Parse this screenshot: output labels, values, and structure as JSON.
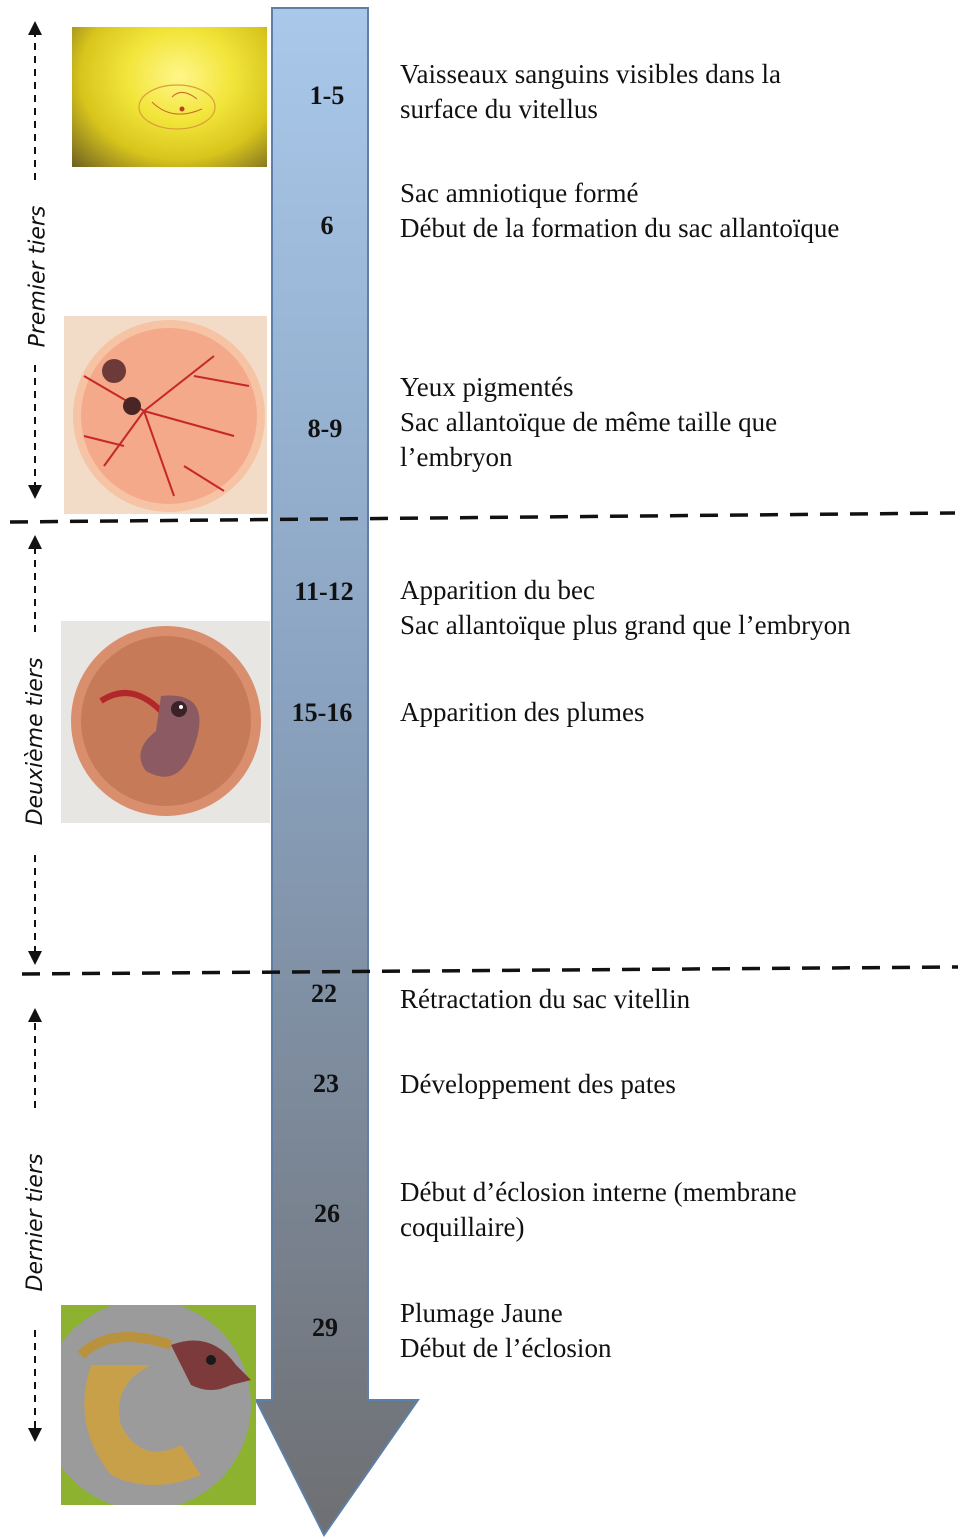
{
  "periods": [
    {
      "label": "Premier tiers"
    },
    {
      "label": "Deuxième tiers"
    },
    {
      "label": "Dernier tiers"
    }
  ],
  "stages": [
    {
      "day": "1-5",
      "lines": [
        "Vaisseaux sanguins  visibles dans la",
        "surface du vitellus"
      ]
    },
    {
      "day": "6",
      "lines": [
        "Sac amniotique formé",
        "Début de la formation du sac allantoïque"
      ]
    },
    {
      "day": "8-9",
      "lines": [
        "Yeux pigmentés",
        "Sac allantoïque de même taille que",
        "l’embryon"
      ]
    },
    {
      "day": "11-12",
      "lines": [
        "Apparition du bec",
        "Sac allantoïque plus grand que  l’embryon"
      ]
    },
    {
      "day": "15-16",
      "lines": [
        "Apparition des plumes"
      ]
    },
    {
      "day": "22",
      "lines": [
        "Rétractation du sac vitellin"
      ]
    },
    {
      "day": "23",
      "lines": [
        "Développement des pates"
      ]
    },
    {
      "day": "26",
      "lines": [
        "Début d’éclosion interne (membrane",
        "coquillaire)"
      ]
    },
    {
      "day": "29",
      "lines": [
        "Plumage Jaune",
        "Début de l’éclosion"
      ]
    }
  ],
  "colors": {
    "arrow_top": "#a9c8ea",
    "arrow_bottom": "#6f7176",
    "arrow_border": "#5e7fa8",
    "divider": "#111111"
  }
}
